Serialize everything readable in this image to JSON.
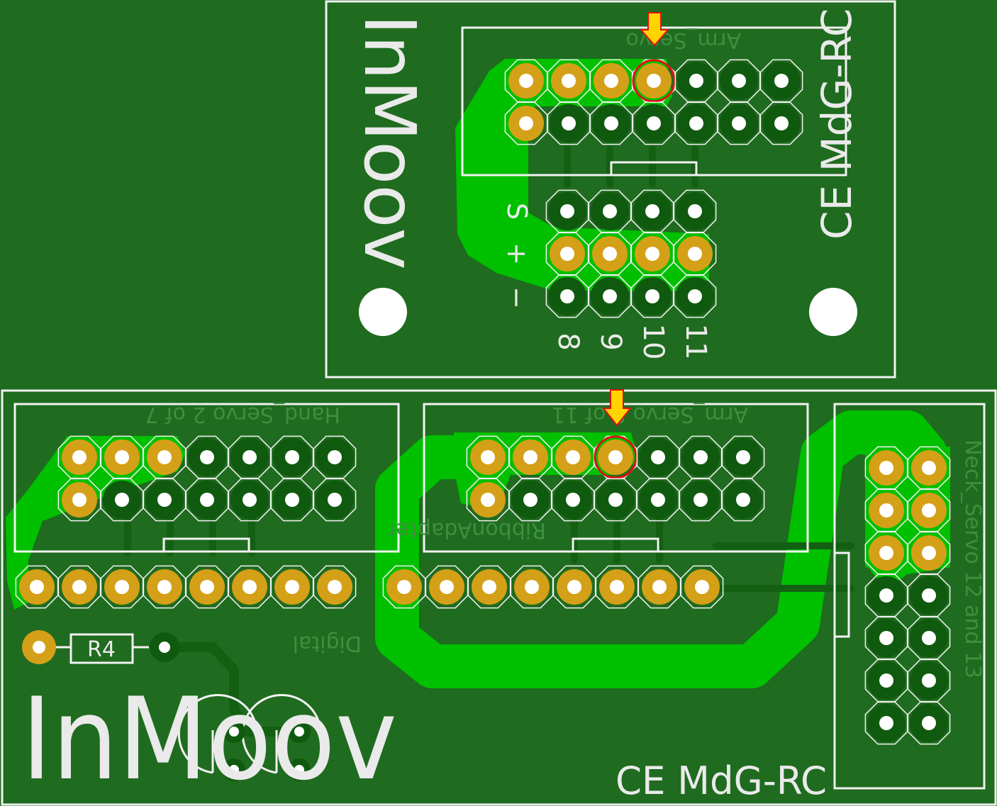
{
  "colors": {
    "board": "#1f6b1f",
    "copper": "#00c000",
    "dark_pad": "#0f5a0f",
    "gold_pad": "#d4a017",
    "silkscreen": "#f2f2f2",
    "marker": "#ffd400",
    "highlight": "#e01010"
  },
  "top_board": {
    "logo": "InMoov",
    "brand": "CE MdG-RC",
    "header_label": "Arm_Servo",
    "row_labels": [
      "S",
      "+",
      "−"
    ],
    "pin_labels": [
      "8",
      "9",
      "10",
      "11"
    ]
  },
  "bottom_board": {
    "logo": "InMoov",
    "brand": "CE MdG-RC",
    "header_hand_label": "Hand_Servo 2 of 7",
    "header_arm_label": "Arm_Servo 8 of 11",
    "header_neck_label": "Neck_Servo 12 and 13",
    "ribbon_label": "RibbonAdapter",
    "digital_label": "Digital",
    "resistor_label": "R4"
  },
  "icons": [
    "arrow-down-marker-icon",
    "mounting-hole-icon"
  ]
}
